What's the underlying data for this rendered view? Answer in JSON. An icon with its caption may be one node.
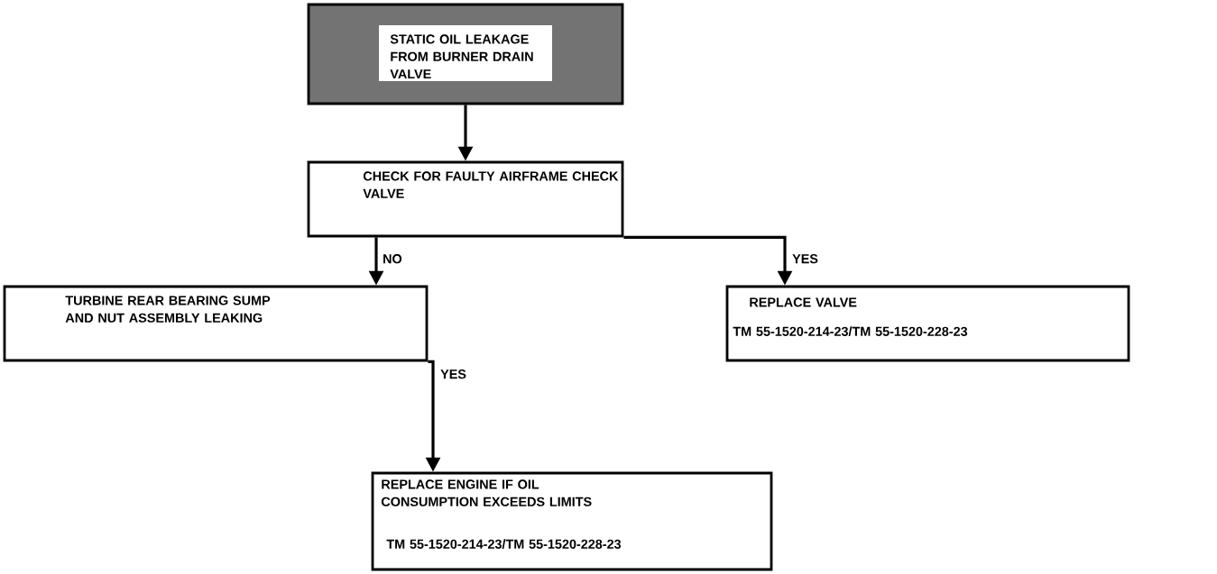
{
  "diagram": {
    "nodes": [
      {
        "text": [
          "STATIC OIL LEAKAGE FROM BURNER DRAIN VALVE"
        ]
      },
      {
        "text": [
          "CHECK FOR FAULTY AIRFRAME CHECK VALVE"
        ]
      },
      {
        "text": [
          "TURBINE REAR BEARING SUMP AND NUT ASSEMBLY LEAKING"
        ]
      },
      {
        "text": [
          "REPLACE VALVE",
          "TM 55-1520-214-23/TM 55-1520-228-23"
        ]
      },
      {
        "text": [
          "REPLACE ENGINE IF OIL CONSUMPTION EXCEEDS LIMITS",
          "TM 55-1520-214-23/TM 55-1520-228-23"
        ]
      }
    ],
    "edges": [
      {
        "from": 0,
        "to": 1,
        "arrow": "to"
      },
      {
        "from": 1,
        "to": 2,
        "arrow": "to",
        "label": "NO"
      },
      {
        "from": 1,
        "to": 3,
        "arrow": "to",
        "label": "YES"
      },
      {
        "from": 2,
        "to": 4,
        "arrow": "to",
        "label": "YES"
      }
    ]
  }
}
